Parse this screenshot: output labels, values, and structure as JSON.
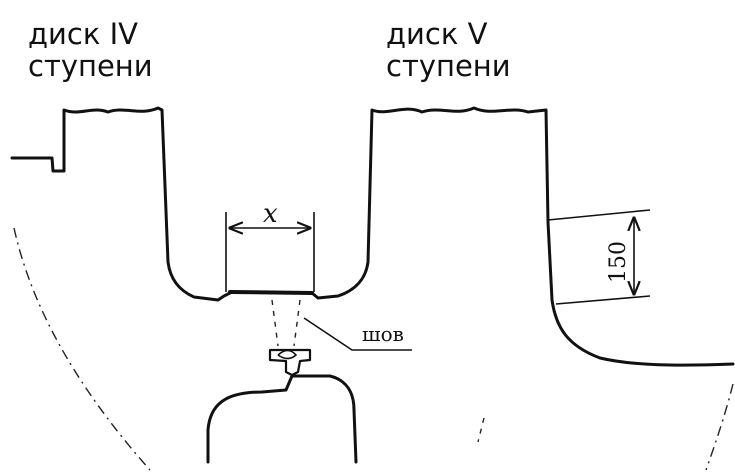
{
  "labels": {
    "disk4_line1": "диск IV",
    "disk4_line2": "ступени",
    "disk5_line1": "диск V",
    "disk5_line2": "ступени",
    "gap_dimension": "x",
    "height_dimension": "150",
    "weld_label": "шов"
  },
  "colors": {
    "ink": "#111111",
    "background": "#ffffff"
  }
}
